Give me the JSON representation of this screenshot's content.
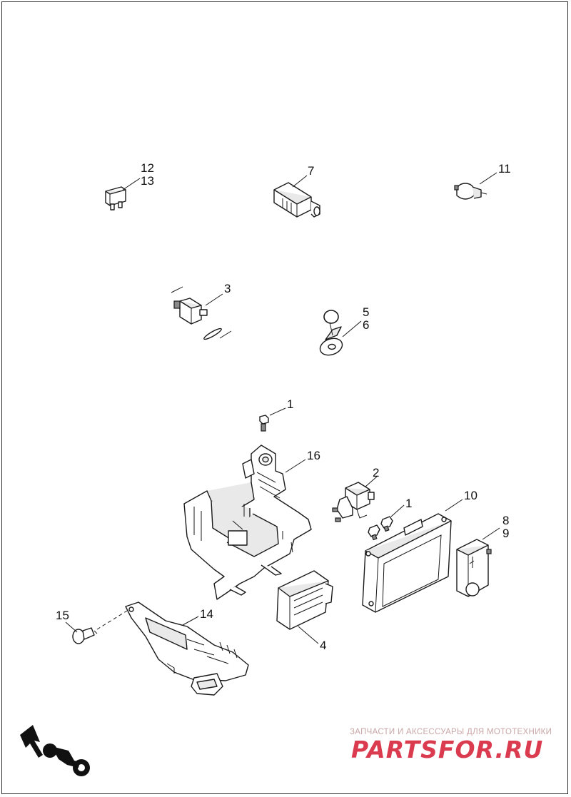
{
  "callouts": {
    "c1a": "1",
    "c1b": "1",
    "c2": "2",
    "c3": "3",
    "c4": "4",
    "c5": "5",
    "c6": "6",
    "c7": "7",
    "c8": "8",
    "c9": "9",
    "c10": "10",
    "c11": "11",
    "c12": "12",
    "c13": "13",
    "c14": "14",
    "c15": "15",
    "c16": "16"
  },
  "watermark": {
    "tagline": "ЗАПЧАСТИ И АКСЕССУАРЫ ДЛЯ МОТОТЕХНИКИ",
    "brand": "PARTSFOR.RU",
    "color": "#d7263d"
  },
  "icons": {
    "orientation": "front-arrow-motorcycle-icon"
  }
}
